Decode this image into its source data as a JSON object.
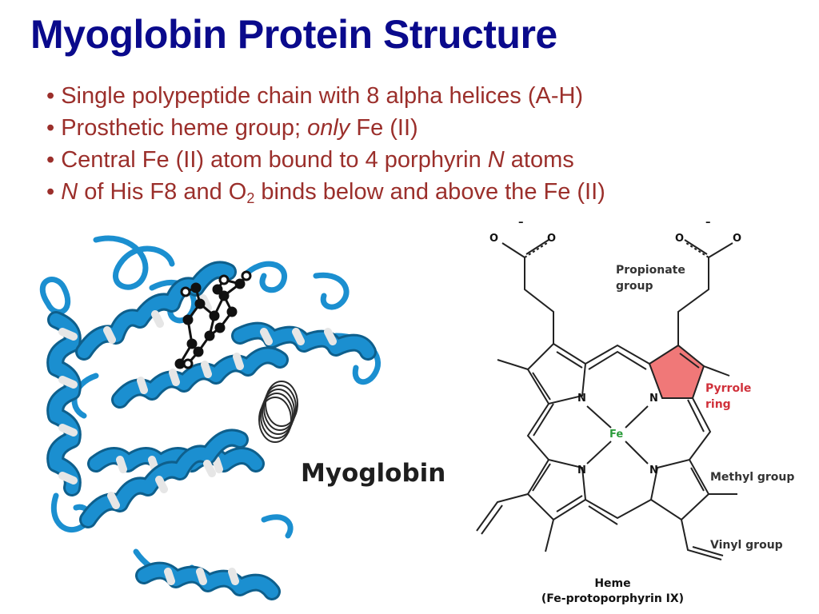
{
  "slide": {
    "title": "Myoglobin Protein Structure",
    "bullets": [
      {
        "parts": [
          "• Single polypeptide chain with 8 alpha helices (A-H)"
        ]
      },
      {
        "parts": [
          "• Prosthetic heme group; ",
          "only",
          " Fe (II)"
        ]
      },
      {
        "parts": [
          "• Central Fe (II) atom bound to 4 porphyrin ",
          "N",
          " atoms"
        ]
      },
      {
        "parts": [
          "• ",
          "N",
          " of His F8 and O",
          "2",
          " binds below and above the Fe (II)"
        ]
      }
    ],
    "text_color": "#9b2f2b",
    "title_color": "#0a0a8c"
  },
  "protein": {
    "label": "Myoglobin",
    "helix_color": "#1b8fd0"
  },
  "heme": {
    "atoms": {
      "oxygen": "O",
      "minus": "–",
      "nitrogen": "N",
      "iron": "Fe"
    },
    "labels": {
      "propionate": [
        "Propionate",
        "group"
      ],
      "pyrrole": [
        "Pyrrole",
        "ring"
      ],
      "methyl": "Methyl group",
      "vinyl": "Vinyl group",
      "name": "Heme",
      "formula": "(Fe-protoporphyrin IX)"
    },
    "pyrrole_color": "#f07878",
    "iron_color": "#2c9c3c"
  }
}
